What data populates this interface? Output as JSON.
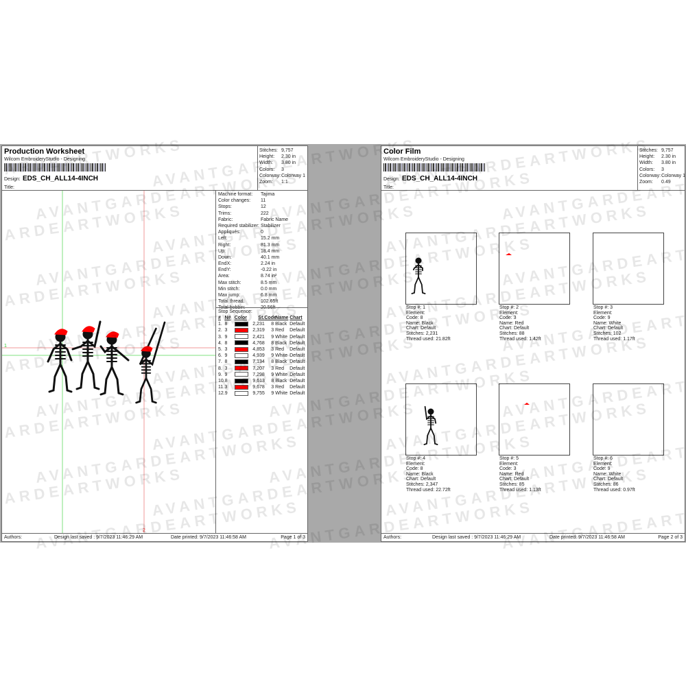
{
  "watermark": "AVANTGARDEARTWORKS",
  "colors": {
    "black": "#000000",
    "red": "#ff0000",
    "white": "#ffffff"
  },
  "page1": {
    "title": "Production Worksheet",
    "subtitle": "Wilcom EmbroideryStudio - Designing",
    "design_label": "Design:",
    "design_name": "EDS_CH_ALL14-4INCH",
    "title_label": "Title:",
    "stats": [
      [
        "Stitches:",
        "9,757"
      ],
      [
        "Height:",
        "2.30 in"
      ],
      [
        "Width:",
        "3.80 in"
      ],
      [
        "Colors:",
        "3"
      ],
      [
        "Colorway:",
        "Colorway 1"
      ],
      [
        "Zoom:",
        "1:1"
      ]
    ],
    "info": [
      [
        "Machine format:",
        "Tajima"
      ],
      [
        "Color changes:",
        "11"
      ],
      [
        "Stops:",
        "12"
      ],
      [
        "Trims:",
        "222"
      ],
      [
        "Fabric:",
        "Fabric Name"
      ],
      [
        "Required stabilizer:",
        "Stabilizer"
      ],
      [
        "Appliqués:",
        "0"
      ],
      [
        "Left:",
        "15.2 mm"
      ],
      [
        "Right:",
        "81.3 mm"
      ],
      [
        "Up:",
        "18.4 mm"
      ],
      [
        "Down:",
        "40.1 mm"
      ],
      [
        "EndX:",
        "2.24 in"
      ],
      [
        "EndY:",
        "-0.22 in"
      ],
      [
        "Area:",
        "8.74 in²"
      ],
      [
        "Max stitch:",
        "8.5 mm"
      ],
      [
        "Min stitch:",
        "0.0 mm"
      ],
      [
        "Max jump:",
        "6.8 mm"
      ],
      [
        "Total thread:",
        "102.65ft"
      ],
      [
        "Total bobbin:",
        "20.56ft"
      ]
    ],
    "guide_labels": {
      "green": "1",
      "red": "2"
    },
    "stop_sequence": {
      "label": "Stop Sequence:",
      "headers": [
        "#",
        "N#",
        "Color",
        "St.",
        "Code",
        "Name",
        "Chart"
      ],
      "rows": [
        [
          "1.",
          "8",
          "black",
          "2,231",
          "8",
          "Black",
          "Default"
        ],
        [
          "2.",
          "3",
          "red",
          "2,319",
          "3",
          "Red",
          "Default"
        ],
        [
          "3.",
          "9",
          "white",
          "2,421",
          "9",
          "White",
          "Default"
        ],
        [
          "4.",
          "8",
          "black",
          "4,768",
          "8",
          "Black",
          "Default"
        ],
        [
          "5.",
          "3",
          "red",
          "4,853",
          "3",
          "Red",
          "Default"
        ],
        [
          "6.",
          "9",
          "white",
          "4,939",
          "9",
          "White",
          "Default"
        ],
        [
          "7.",
          "8",
          "black",
          "7,134",
          "8",
          "Black",
          "Default"
        ],
        [
          "8.",
          "3",
          "red",
          "7,207",
          "3",
          "Red",
          "Default"
        ],
        [
          "9.",
          "9",
          "white",
          "7,298",
          "9",
          "White",
          "Default"
        ],
        [
          "10.",
          "8",
          "black",
          "9,613",
          "8",
          "Black",
          "Default"
        ],
        [
          "11.",
          "3",
          "red",
          "9,678",
          "3",
          "Red",
          "Default"
        ],
        [
          "12.",
          "9",
          "white",
          "9,755",
          "9",
          "White",
          "Default"
        ]
      ]
    },
    "footer": {
      "authors": "Authors:",
      "saved": "Design last saved : 9/7/2023 11:46:29 AM",
      "printed": "Date printed: 9/7/2023 11:46:58 AM",
      "page": "Page 1 of 3"
    }
  },
  "page2": {
    "title": "Color Film",
    "subtitle": "Wilcom EmbroideryStudio - Designing",
    "design_label": "Design:",
    "design_name": "EDS_CH_ALL14-4INCH",
    "title_label": "Title:",
    "stats": [
      [
        "Stitches:",
        "9,757"
      ],
      [
        "Height:",
        "2.30 in"
      ],
      [
        "Width:",
        "3.80 in"
      ],
      [
        "Colors:",
        "3"
      ],
      [
        "Colorway:",
        "Colorway 1"
      ],
      [
        "Zoom:",
        "0.49"
      ]
    ],
    "stops": [
      {
        "lines": [
          "Stop #: 1",
          "Element:",
          "Code: 8",
          "Name: Black",
          "Chart: Default",
          "Stitches: 2,231",
          "Thread used: 21.82ft"
        ],
        "kind": "skeleton"
      },
      {
        "lines": [
          "Stop #: 2",
          "Element:",
          "Code: 3",
          "Name: Red",
          "Chart: Default",
          "Stitches: 88",
          "Thread used: 1.42ft"
        ],
        "kind": "red"
      },
      {
        "lines": [
          "Stop #: 3",
          "Element:",
          "Code: 9",
          "Name: White",
          "Chart: Default",
          "Stitches: 102",
          "Thread used: 1.17ft"
        ],
        "kind": "white"
      },
      {
        "lines": [
          "Stop #: 4",
          "Element:",
          "Code: 8",
          "Name: Black",
          "Chart: Default",
          "Stitches: 2,347",
          "Thread used: 22.72ft"
        ],
        "kind": "skeleton"
      },
      {
        "lines": [
          "Stop #: 5",
          "Element:",
          "Code: 3",
          "Name: Red",
          "Chart: Default",
          "Stitches: 85",
          "Thread used: 1.13ft"
        ],
        "kind": "red"
      },
      {
        "lines": [
          "Stop #: 6",
          "Element:",
          "Code: 9",
          "Name: White",
          "Chart: Default",
          "Stitches: 86",
          "Thread used: 0.97ft"
        ],
        "kind": "white"
      }
    ],
    "footer": {
      "authors": "Authors:",
      "saved": "Design last saved : 9/7/2023 11:46:29 AM",
      "printed": "Date printed: 9/7/2023 11:46:58 AM",
      "page": "Page 2 of 3"
    }
  }
}
